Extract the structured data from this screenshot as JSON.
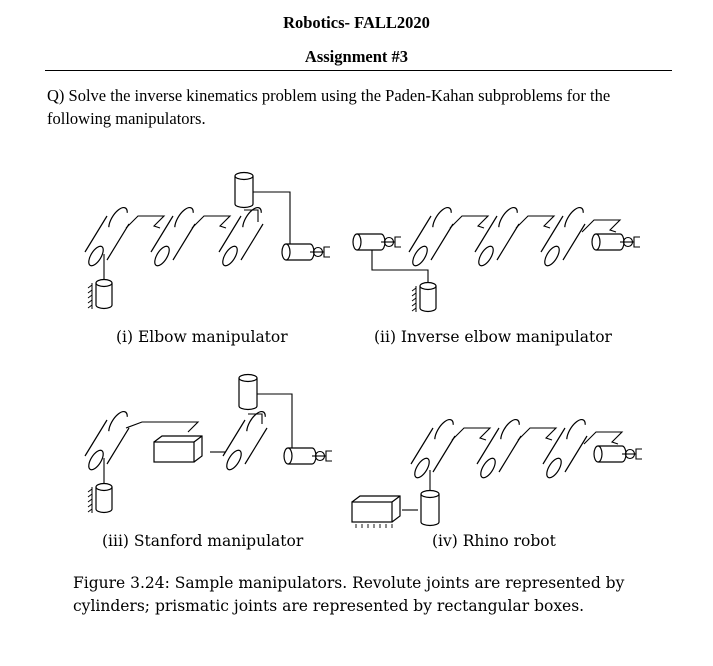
{
  "header": {
    "course": "Robotics- FALL2020",
    "assignment": "Assignment #3"
  },
  "question": "Q) Solve the inverse kinematics problem using the Paden-Kahan subproblems for the following manipulators.",
  "figure": {
    "captions": [
      "(i) Elbow manipulator",
      "(ii) Inverse elbow manipulator",
      "(iii) Stanford manipulator",
      "(iv) Rhino robot"
    ],
    "caption": "Figure 3.24: Sample manipulators. Revolute joints are represented by cylinders; prismatic joints are represented by rectangular boxes."
  }
}
